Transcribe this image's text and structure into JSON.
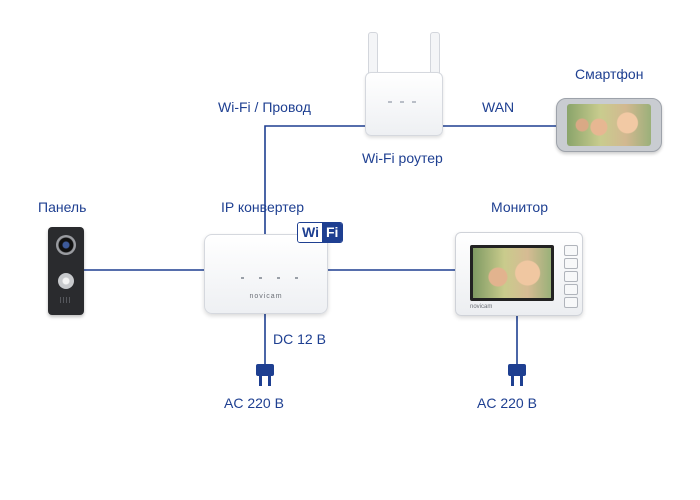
{
  "labels": {
    "wifi_wire": "Wi-Fi / Провод",
    "wan": "WAN",
    "smartphone": "Смартфон",
    "router": "Wi-Fi роутер",
    "panel": "Панель",
    "converter": "IP конвертер",
    "monitor": "Монитор",
    "dc": "DC 12 B",
    "ac_left": "AC 220 B",
    "ac_right": "AC 220 B"
  },
  "badge": {
    "wi": "Wi",
    "fi": "Fi"
  },
  "brand": "novicam",
  "colors": {
    "line": "#1e3f91",
    "badge": "#1e3f91"
  }
}
